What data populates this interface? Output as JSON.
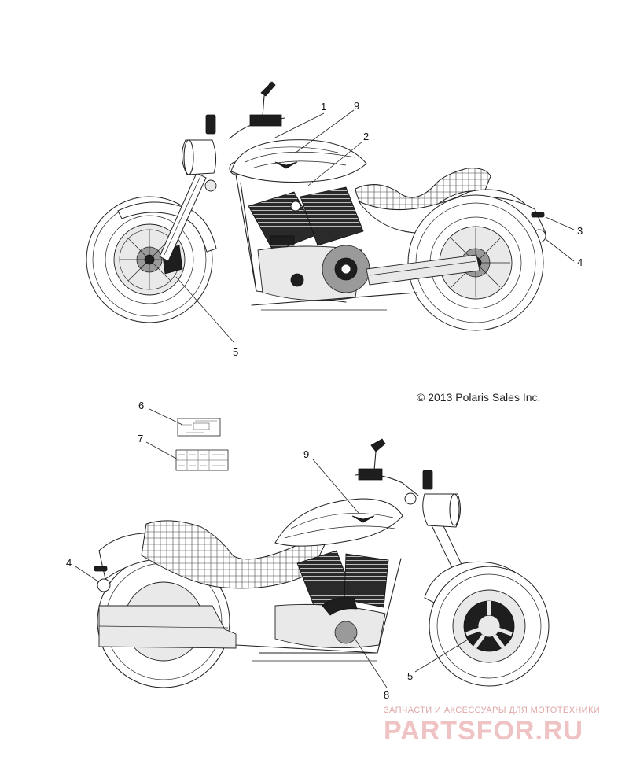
{
  "diagram": {
    "copyright": "© 2013 Polaris Sales Inc.",
    "top_view": {
      "callouts": [
        "1",
        "9",
        "2",
        "3",
        "4",
        "5"
      ]
    },
    "bottom_view": {
      "callouts": [
        "9",
        "4",
        "5",
        "8"
      ]
    },
    "decal_sheets": {
      "callouts": [
        "6",
        "7"
      ]
    }
  },
  "watermark": {
    "tagline": "ЗАПЧАСТИ И АКСЕССУАРЫ ДЛЯ МОТОТЕХНИКИ",
    "logo_text": "PARTSFOR.RU"
  },
  "icons": {
    "top_bike": "motorcycle-right-side-illustration",
    "bottom_bike": "motorcycle-left-side-illustration",
    "decal_6": "warning-decal-icon",
    "decal_7": "info-decal-table-icon"
  }
}
